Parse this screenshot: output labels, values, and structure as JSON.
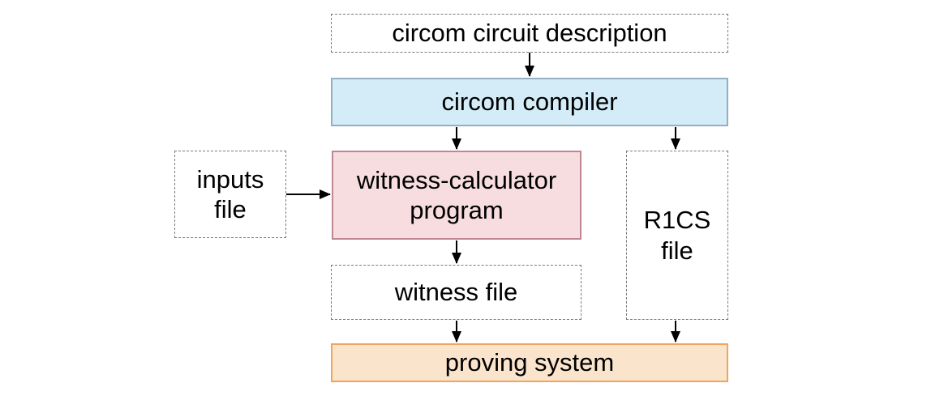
{
  "diagram": {
    "nodes": {
      "circuit_description": {
        "label": "circom circuit description"
      },
      "compiler": {
        "label": "circom compiler"
      },
      "inputs_file": {
        "label": "inputs\nfile"
      },
      "witness_calculator": {
        "label": "witness-calculator\nprogram"
      },
      "r1cs_file": {
        "label": "R1CS\nfile"
      },
      "witness_file": {
        "label": "witness file"
      },
      "proving_system": {
        "label": "proving system"
      }
    },
    "colors": {
      "compiler-fill": "#d3ecf8",
      "compiler-border": "#93afc2",
      "witness-calculator-fill": "#f7dde0",
      "witness-calculator-border": "#bd8794",
      "proving-system-fill": "#fae5cc",
      "proving-system-border": "#f0a55a",
      "file-border": "#7a7a7a",
      "arrow": "#000000",
      "text": "#000000",
      "background": "#ffffff"
    }
  }
}
